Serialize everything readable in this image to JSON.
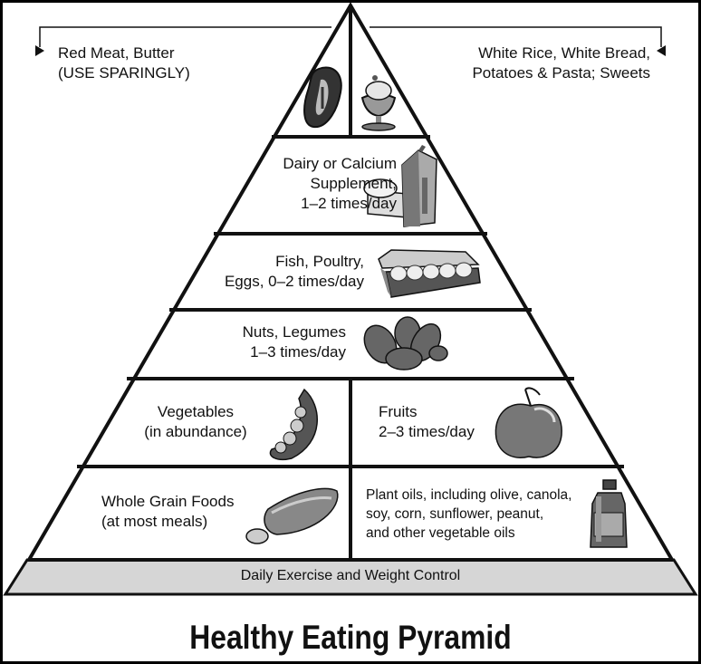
{
  "title": "Healthy Eating Pyramid",
  "apex": {
    "left": [
      "Red Meat, Butter",
      "(USE SPARINGLY)"
    ],
    "right": [
      "White Rice, White Bread,",
      "Potatoes & Pasta; Sweets"
    ]
  },
  "tiers": {
    "dairy": [
      "Dairy or Calcium",
      "Supplement,",
      "1–2 times/day"
    ],
    "fish": [
      "Fish, Poultry,",
      "Eggs, 0–2 times/day"
    ],
    "nuts": [
      "Nuts, Legumes",
      "1–3 times/day"
    ],
    "vegetables": [
      "Vegetables",
      "(in abundance)"
    ],
    "fruits": [
      "Fruits",
      "2–3 times/day"
    ],
    "grains": [
      "Whole Grain Foods",
      "(at most meals)"
    ],
    "oils": [
      "Plant oils, including olive, canola,",
      "soy, corn, sunflower, peanut,",
      "and other vegetable oils"
    ]
  },
  "base": "Daily Exercise and Weight Control",
  "icons": [
    "steak-icon",
    "sundae-icon",
    "milk-carton-icon",
    "cheese-icon",
    "egg-carton-icon",
    "nuts-icon",
    "peapod-icon",
    "apple-icon",
    "bread-icon",
    "oil-bottle-icon"
  ]
}
